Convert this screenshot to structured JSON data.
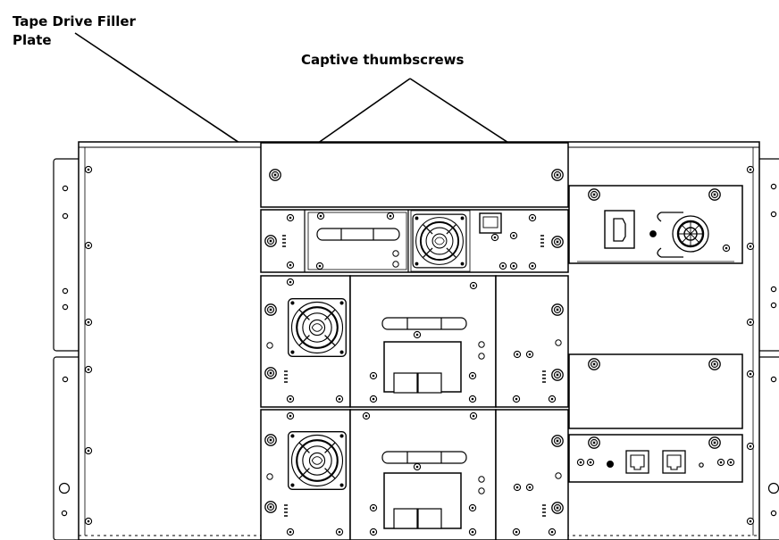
{
  "callouts": {
    "filler_plate": {
      "line1": "Tape Drive Filler",
      "line2": "Plate"
    },
    "thumbscrews": "Captive thumbscrews"
  },
  "colors": {
    "stroke": "#000000",
    "panel": "#ffffff",
    "module": "#f6f6f6",
    "screw_fill": "#cfcfcf",
    "frame": "#f2f2f2"
  },
  "icons": [
    "screw-icon",
    "fan-icon",
    "ethernet-port-icon",
    "usb-port-icon",
    "power-inlet-icon",
    "power-switch-icon",
    "led-indicator-icon"
  ]
}
